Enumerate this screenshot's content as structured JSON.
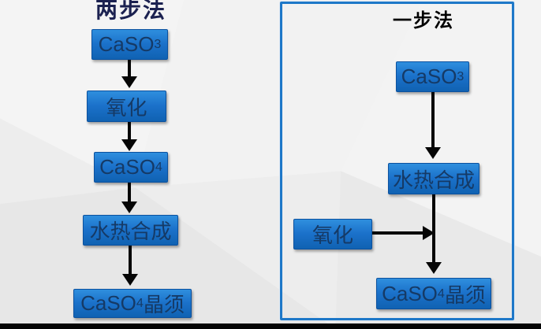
{
  "diagram": {
    "left": {
      "title": "两步法",
      "nodes": [
        {
          "pre": "CaSO",
          "sub": "3",
          "post": ""
        },
        {
          "pre": "氧化",
          "sub": "",
          "post": ""
        },
        {
          "pre": "CaSO",
          "sub": "4",
          "post": ""
        },
        {
          "pre": "水热合成",
          "sub": "",
          "post": ""
        },
        {
          "pre": "CaSO",
          "sub": "4",
          "post": "晶须"
        }
      ]
    },
    "right": {
      "title": "一步法",
      "nodes": [
        {
          "pre": "CaSO",
          "sub": "3",
          "post": ""
        },
        {
          "pre": "水热合成",
          "sub": "",
          "post": ""
        },
        {
          "pre": "氧化",
          "sub": "",
          "post": ""
        },
        {
          "pre": "CaSO",
          "sub": "4",
          "post": "晶须"
        }
      ]
    },
    "colors": {
      "background": "#ededed",
      "node_fill_top": "#2f8fde",
      "node_fill_bottom": "#1062b2",
      "node_border": "#0b519f",
      "node_text": "#153a66",
      "left_title_text": "#1b2150",
      "right_title_text": "#000000",
      "frame_border": "#1e78c8",
      "arrow": "#060606",
      "bottom_bar": "#050505"
    }
  }
}
